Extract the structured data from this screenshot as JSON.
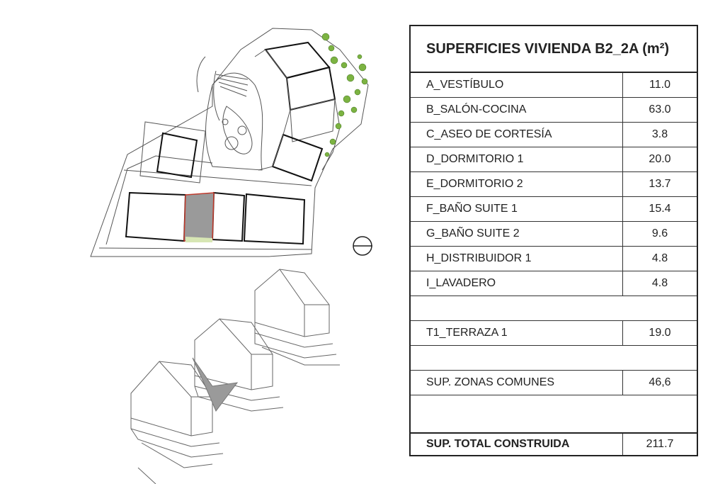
{
  "table": {
    "title": "SUPERFICIES VIVIENDA B2_2A (m²)",
    "rows": [
      {
        "label": "A_VESTÍBULO",
        "value": "11.0"
      },
      {
        "label": "B_SALÓN-COCINA",
        "value": "63.0"
      },
      {
        "label": "C_ASEO DE CORTESÍA",
        "value": "3.8"
      },
      {
        "label": "D_DORMITORIO 1",
        "value": "20.0"
      },
      {
        "label": "E_DORMITORIO 2",
        "value": "13.7"
      },
      {
        "label": "F_BAÑO SUITE 1",
        "value": "15.4"
      },
      {
        "label": "G_BAÑO SUITE 2",
        "value": "9.6"
      },
      {
        "label": "H_DISTRIBUIDOR 1",
        "value": "4.8"
      },
      {
        "label": "I_LAVADERO",
        "value": "4.8"
      }
    ],
    "terrace": {
      "label": "T1_TERRAZA 1",
      "value": "19.0"
    },
    "common": {
      "label": "SUP. ZONAS COMUNES",
      "value": "46,6"
    },
    "total": {
      "label": "SUP. TOTAL CONSTRUIDA",
      "value": "211.7"
    }
  },
  "colors": {
    "highlight_unit": "#9a9a9a",
    "highlight_outline": "#c0392b",
    "vegetation": "#7cb342",
    "line": "#222222"
  },
  "icons": [
    "north-arrow-icon"
  ]
}
